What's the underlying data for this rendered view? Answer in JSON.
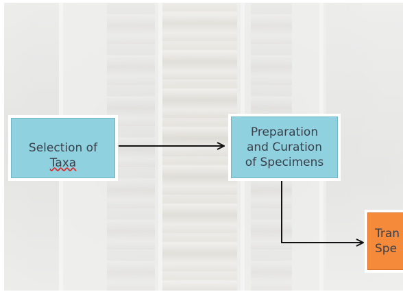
{
  "diagram": {
    "nodes": [
      {
        "id": "selection",
        "text": "Selection of\nTaxa",
        "underline_word": "Taxa",
        "color": "#8fd1de"
      },
      {
        "id": "preparation",
        "text": "Preparation\nand Curation\nof Specimens",
        "color": "#8fd1de"
      },
      {
        "id": "transfer",
        "text": "Tran\nSpe",
        "color": "#f48a3a"
      }
    ],
    "edges": [
      {
        "from": "selection",
        "to": "preparation"
      },
      {
        "from": "preparation",
        "to": "transfer"
      }
    ]
  }
}
